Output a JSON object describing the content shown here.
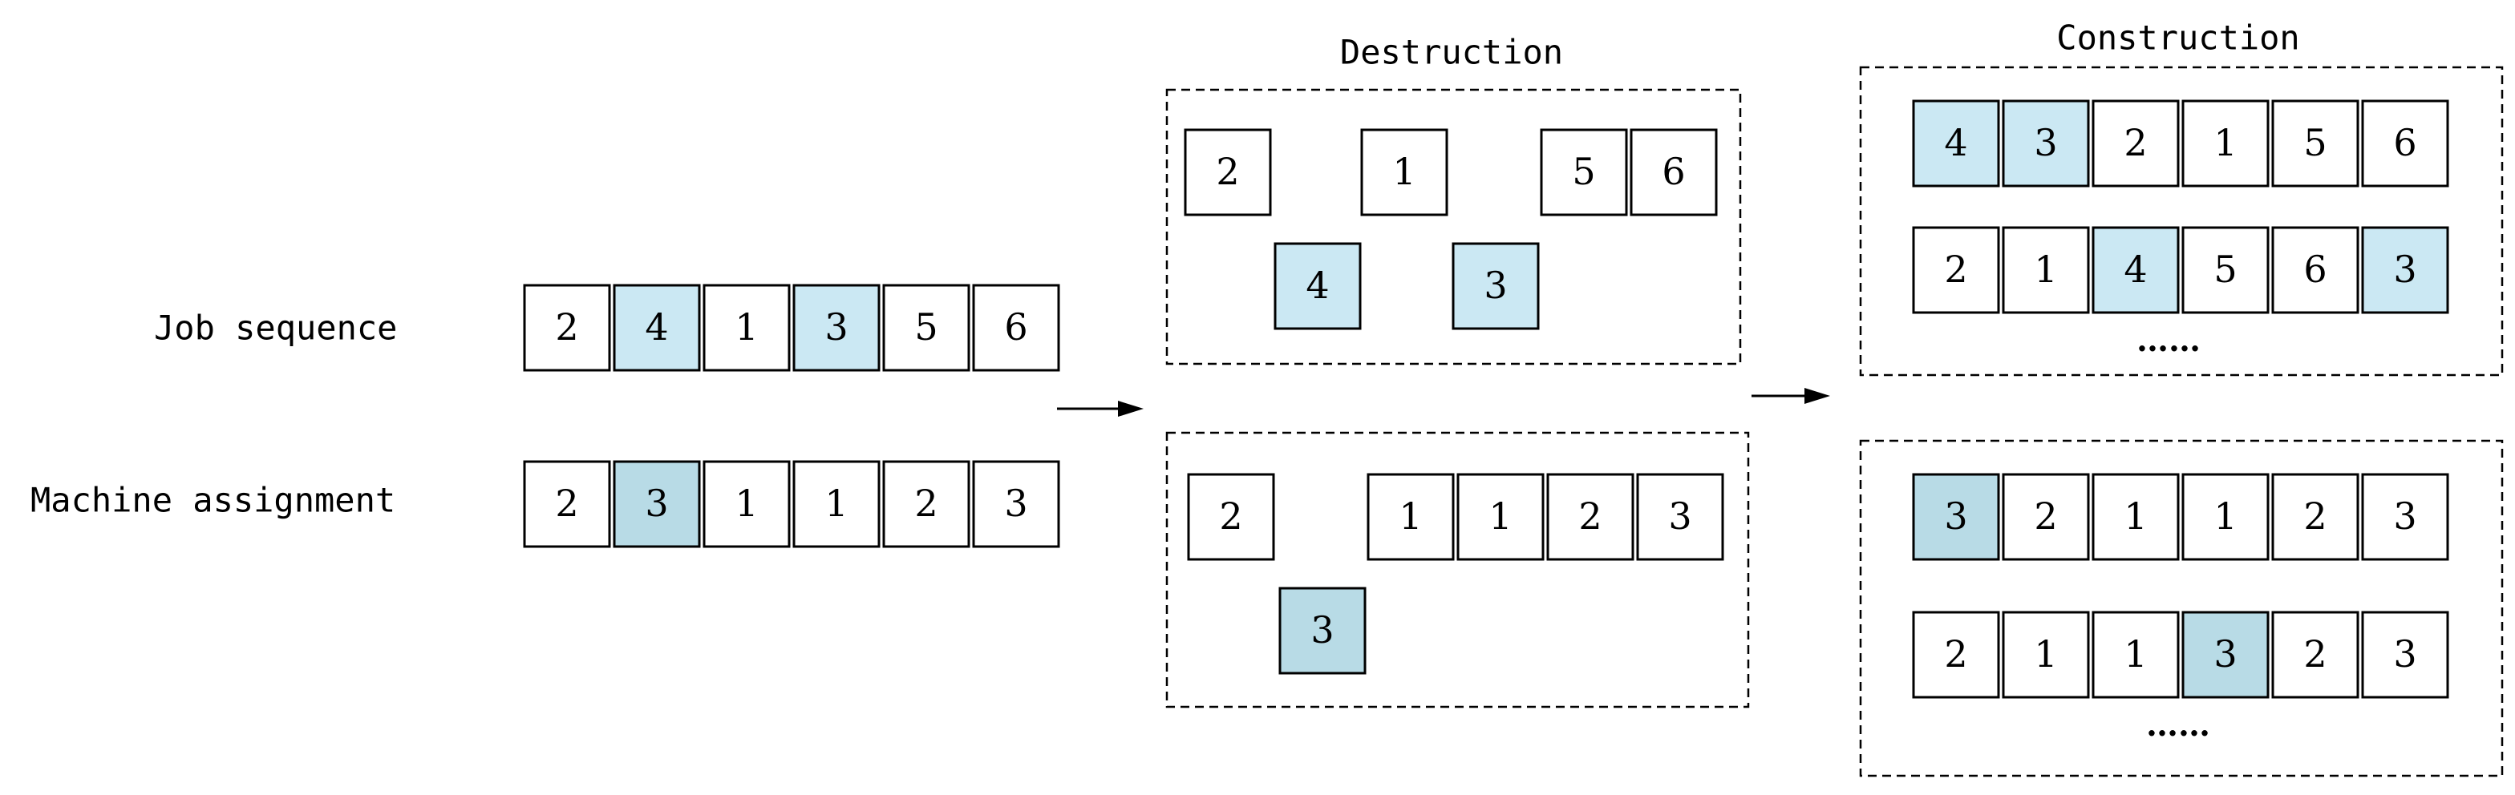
{
  "labels": {
    "job_sequence": "Job sequence",
    "machine_assignment": "Machine assignment",
    "destruction": "Destruction",
    "construction": "Construction",
    "ellipsis": "……"
  },
  "colors": {
    "highlight_job": "#cbe8f3",
    "highlight_machine": "#b8dbe6",
    "stroke": "#000000",
    "background": "#ffffff"
  },
  "input": {
    "job_sequence": [
      {
        "value": "2",
        "highlight": false
      },
      {
        "value": "4",
        "highlight": true
      },
      {
        "value": "1",
        "highlight": false
      },
      {
        "value": "3",
        "highlight": true
      },
      {
        "value": "5",
        "highlight": false
      },
      {
        "value": "6",
        "highlight": false
      }
    ],
    "machine_assignment": [
      {
        "value": "2",
        "highlight": false
      },
      {
        "value": "3",
        "highlight": true
      },
      {
        "value": "1",
        "highlight": false
      },
      {
        "value": "1",
        "highlight": false
      },
      {
        "value": "2",
        "highlight": false
      },
      {
        "value": "3",
        "highlight": false
      }
    ]
  },
  "destruction": {
    "job_partial": [
      "2",
      "1",
      "5",
      "6"
    ],
    "job_removed": [
      "4",
      "3"
    ],
    "machine_partial": [
      "2",
      "1",
      "1",
      "2",
      "3"
    ],
    "machine_removed": [
      "3"
    ]
  },
  "construction": {
    "job_sequences": [
      [
        {
          "value": "4",
          "highlight": true
        },
        {
          "value": "3",
          "highlight": true
        },
        {
          "value": "2",
          "highlight": false
        },
        {
          "value": "1",
          "highlight": false
        },
        {
          "value": "5",
          "highlight": false
        },
        {
          "value": "6",
          "highlight": false
        }
      ],
      [
        {
          "value": "2",
          "highlight": false
        },
        {
          "value": "1",
          "highlight": false
        },
        {
          "value": "4",
          "highlight": true
        },
        {
          "value": "5",
          "highlight": false
        },
        {
          "value": "6",
          "highlight": false
        },
        {
          "value": "3",
          "highlight": true
        }
      ]
    ],
    "machine_assignments": [
      [
        {
          "value": "3",
          "highlight": true
        },
        {
          "value": "2",
          "highlight": false
        },
        {
          "value": "1",
          "highlight": false
        },
        {
          "value": "1",
          "highlight": false
        },
        {
          "value": "2",
          "highlight": false
        },
        {
          "value": "3",
          "highlight": false
        }
      ],
      [
        {
          "value": "2",
          "highlight": false
        },
        {
          "value": "1",
          "highlight": false
        },
        {
          "value": "1",
          "highlight": false
        },
        {
          "value": "3",
          "highlight": true
        },
        {
          "value": "2",
          "highlight": false
        },
        {
          "value": "3",
          "highlight": false
        }
      ]
    ]
  }
}
